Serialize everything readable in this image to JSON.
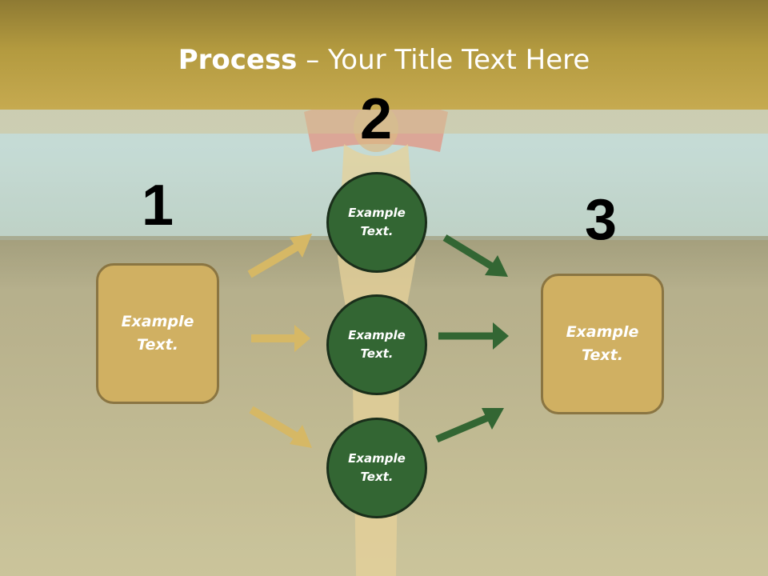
{
  "title": {
    "bold": "Process",
    "rest": " – Your Title Text Here"
  },
  "steps": {
    "one": "1",
    "two": "2",
    "three": "3"
  },
  "left_box": {
    "text": "Example Text."
  },
  "right_box": {
    "text": "Example Text."
  },
  "circles": [
    {
      "text": "Example Text."
    },
    {
      "text": "Example Text."
    },
    {
      "text": "Example Text."
    }
  ],
  "colors": {
    "header": "#b39a3f",
    "box_fill": "#d0b062",
    "circle_fill": "#336633",
    "arrow_gold": "#d6b865",
    "arrow_green": "#336633"
  }
}
